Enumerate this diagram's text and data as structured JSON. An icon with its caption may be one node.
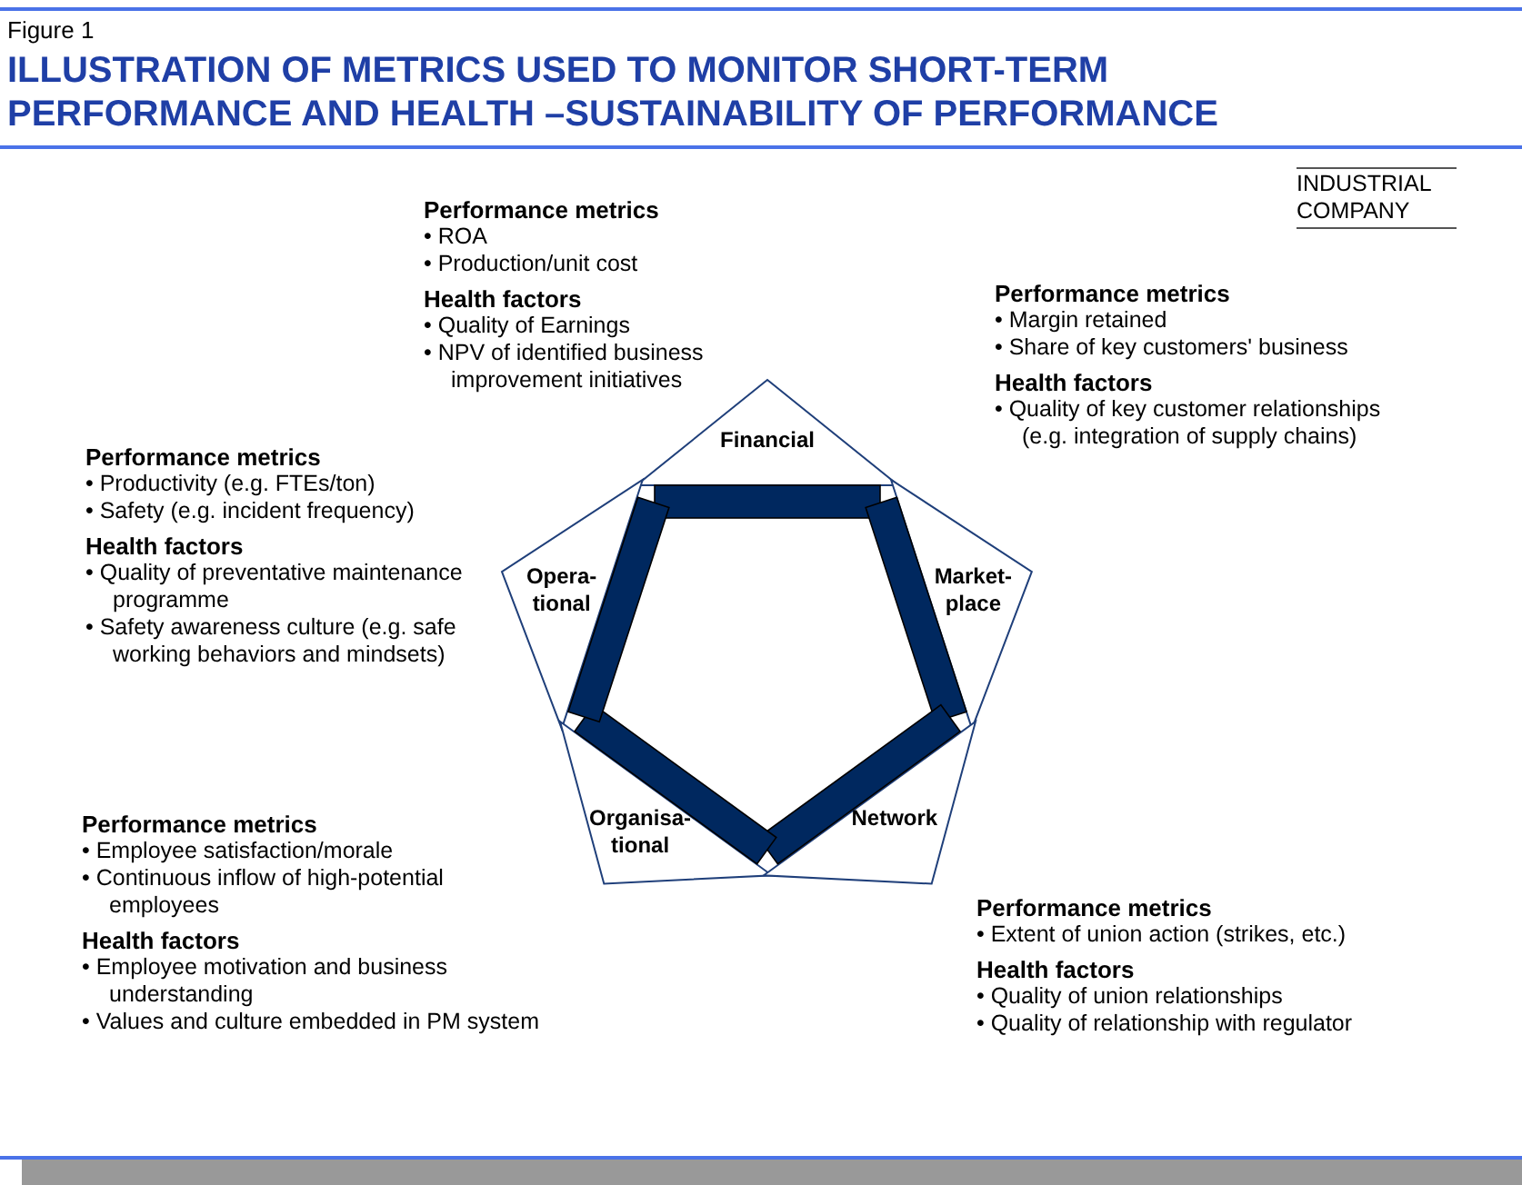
{
  "diagram": {
    "title": "ILLUSTRATION OF METRICS USED TO MONITOR SHORT-TERM PERFORMANCE AND HEALTH –SUSTAINABILITY OF PERFORMANCE",
    "nodes": [
      {
        "text": [
          "Financial"
        ],
        "beside": [
          "Performance metrics",
          "• ROA",
          "• Production/unit cost",
          "Health factors",
          "• Quality of Earnings",
          "• NPV of identified business improvement initiatives"
        ]
      },
      {
        "text": [
          "Opera- tional"
        ],
        "beside": [
          "Performance metrics",
          "• Productivity (e.g. FTEs/ton)",
          "• Safety (e.g. incident frequency)",
          "Health factors",
          "• Quality of preventative maintenance programme",
          "• Safety awareness culture (e.g. safe working behaviors and mindsets)"
        ]
      },
      {
        "text": [
          "Market- place"
        ],
        "beside": [
          "Performance metrics",
          "• Margin retained",
          "• Share of key customers' business",
          "Health factors",
          "• Quality of key customer relationships (e.g. integration of supply chains)"
        ]
      },
      {
        "text": [
          "Organisa- tional"
        ],
        "beside": [
          "Performance metrics",
          "• Employee satisfaction/morale",
          "• Continuous inflow of high-potential employees",
          "Health factors",
          "• Employee motivation and business understanding",
          "• Values and culture embedded in PM system"
        ]
      },
      {
        "text": [
          "Network"
        ],
        "beside": [
          "Performance metrics",
          "• Extent of union action (strikes, etc.)",
          "Health factors",
          "• Quality of union relationships",
          "• Quality of relationship with regulator"
        ]
      }
    ],
    "labels": [
      "Figure 1",
      "INDUSTRIAL COMPANY"
    ]
  }
}
